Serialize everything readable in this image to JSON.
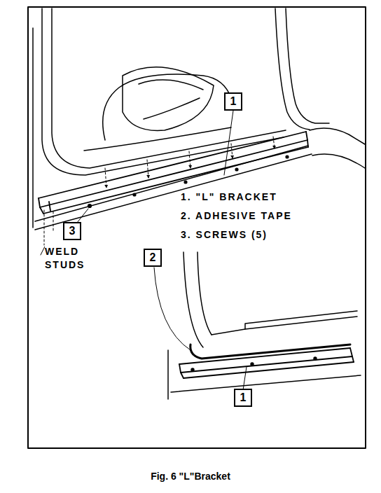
{
  "diagram": {
    "caption": "Fig. 6 \"L\"Bracket",
    "nodes": [
      {
        "text": [
          "1"
        ]
      },
      {
        "text": [
          "3"
        ]
      },
      {
        "text": [
          "2"
        ]
      },
      {
        "text": [
          "1"
        ]
      }
    ],
    "labels": [
      "1. \"L\" BRACKET",
      "2. ADHESIVE TAPE",
      "3. SCREWS (5)",
      "WELD STUDS"
    ]
  }
}
